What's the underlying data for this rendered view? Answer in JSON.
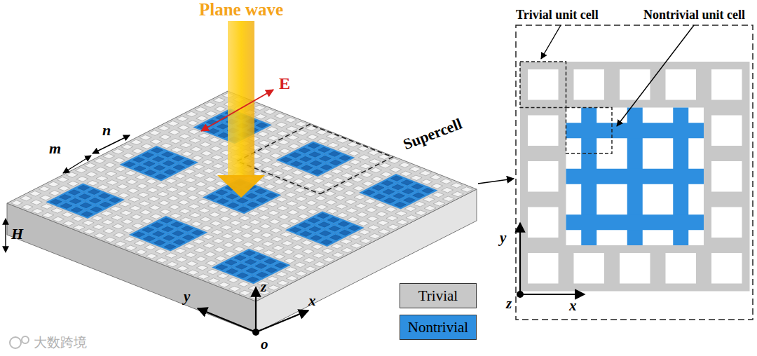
{
  "diagram": {
    "labels": [
      "Plane wave",
      "E",
      "n",
      "m",
      "H",
      "Supercell",
      "y",
      "z",
      "x",
      "o",
      "Trivial unit cell",
      "Nontrivial unit cell",
      "y",
      "x",
      "z",
      "大数跨境"
    ],
    "legend": [
      {
        "text": "Trivial",
        "color": "#c8c8c8"
      },
      {
        "text": "Nontrivial",
        "color": "#2e8fe0"
      }
    ]
  }
}
